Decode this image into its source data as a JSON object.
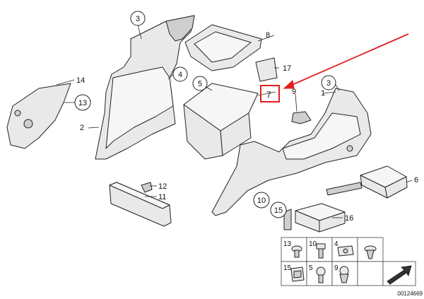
{
  "callouts": {
    "n1": "1",
    "n2": "2",
    "n3a": "3",
    "n3b": "3",
    "n4": "4",
    "n5": "5",
    "n6": "6",
    "n7": "7",
    "n8": "8",
    "n9": "9",
    "n10": "10",
    "n11": "11",
    "n12": "12",
    "n13": "13",
    "n14": "14",
    "n15": "15",
    "n16": "16",
    "n17": "17"
  },
  "legend": {
    "r1c1": "13",
    "r1c2": "10",
    "r1c3": "4",
    "r2c1": "15",
    "r2c2": "5",
    "r2c3": "9"
  },
  "reference_id": "00124669",
  "colors": {
    "highlight": "#e41f1f",
    "line": "#222222",
    "fill": "#e9e9e9"
  }
}
